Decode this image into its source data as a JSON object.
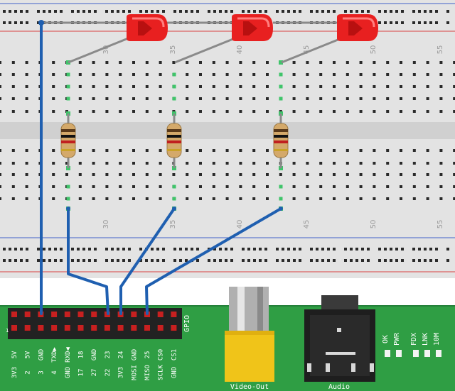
{
  "breadboard": {
    "column_numbers_top": [
      "30",
      "35",
      "40",
      "45",
      "50",
      "55"
    ],
    "column_numbers_bottom": [
      "30",
      "35",
      "40",
      "45",
      "50",
      "55"
    ]
  },
  "header": {
    "label": "GPIO",
    "top_row": [
      "5V",
      "5V",
      "GND",
      "TXD▶",
      "RXD◀",
      "18",
      "GND",
      "23",
      "24",
      "GND",
      "25",
      "CS0",
      "CS1"
    ],
    "bottom_row": [
      "3V3",
      "2",
      "3",
      "4",
      "GND",
      "17",
      "27",
      "22",
      "3V3",
      "MOSI",
      "MISO",
      "SCLK",
      "GND"
    ],
    "pin1_marker": "1"
  },
  "connectors": {
    "video_label": "Video-Out",
    "audio_label": "Audio"
  },
  "status_leds": [
    "OK",
    "PWR",
    "FDX",
    "LNK",
    "10M"
  ],
  "colors": {
    "wire": "#1f5fb0",
    "pcb": "#2f9e44",
    "led": "#e82020",
    "breadboard": "#e3e3e3",
    "rail_red": "#d84040",
    "rail_blue": "#4060c8"
  }
}
